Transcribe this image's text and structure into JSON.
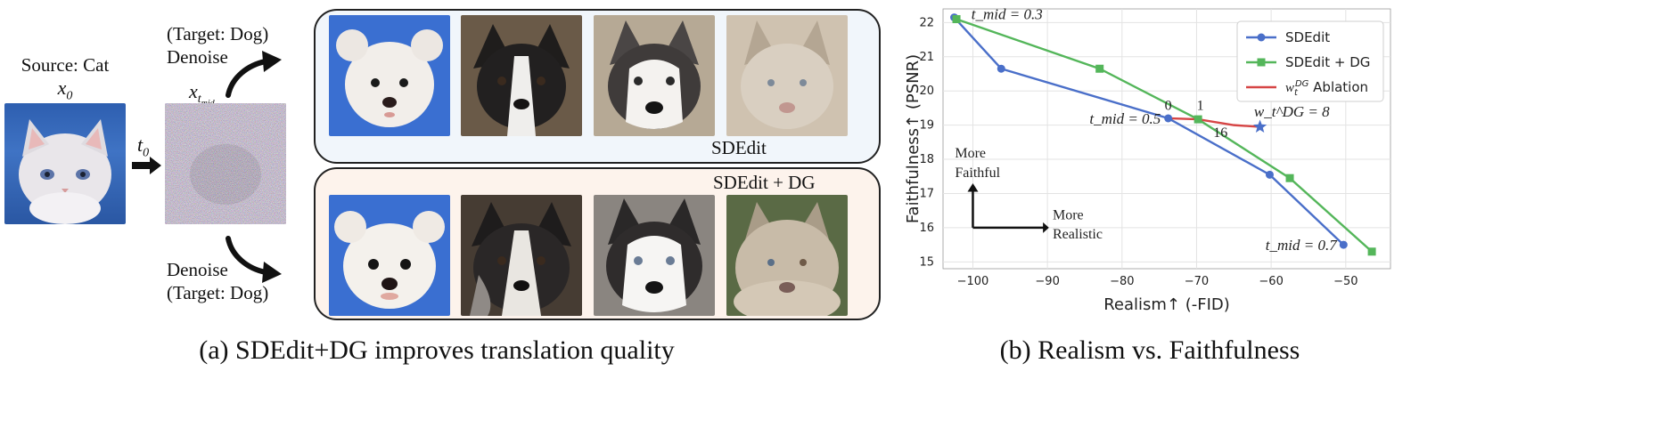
{
  "left": {
    "source_label_1": "Source: Cat",
    "source_var": "x",
    "source_sub": "0",
    "t0_label": "t",
    "t0_sub": "0",
    "xmid_label": "x",
    "xmid_sub": "t",
    "xmid_subsub": "mid",
    "top_branch_1": "(Target: Dog)",
    "top_branch_2": "Denoise",
    "bottom_branch_1": "Denoise",
    "bottom_branch_2": "(Target: Dog)",
    "panel_top_label": "SDEdit",
    "panel_bottom_label": "SDEdit + DG",
    "caption": "(a) SDEdit+DG improves translation quality"
  },
  "colors": {
    "sdedit": "#4a6fc9",
    "sdedit_dg": "#54b65a",
    "ablation": "#d64545",
    "panel_top_bg": "#f1f6fb",
    "panel_bottom_bg": "#fdf3ec",
    "plot_bg": "#ffffff",
    "grid": "#e3e3e3"
  },
  "chart_data": {
    "type": "line",
    "xlabel": "Realism↑ (-FID)",
    "ylabel": "Faithfulness↑ (PSNR)",
    "xlim": [
      -104,
      -44
    ],
    "ylim": [
      14.8,
      22.4
    ],
    "xticks": [
      -100,
      -90,
      -80,
      -70,
      -60,
      -50
    ],
    "yticks": [
      15,
      16,
      17,
      18,
      19,
      20,
      21,
      22
    ],
    "grid": true,
    "legend_position": "top-right",
    "series": [
      {
        "name": "SDEdit",
        "marker": "circle",
        "x": [
          -102.5,
          -96.2,
          -73.8,
          -60.2,
          -50.3
        ],
        "y": [
          22.15,
          20.65,
          19.2,
          17.55,
          15.5
        ]
      },
      {
        "name": "SDEdit + DG",
        "marker": "square",
        "x": [
          -102.2,
          -83.0,
          -69.8,
          -57.5,
          -46.5
        ],
        "y": [
          22.1,
          20.65,
          19.17,
          17.45,
          15.3
        ]
      },
      {
        "name": "w_t^{DG} Ablation",
        "marker": "star",
        "x": [
          -73.8,
          -69.8,
          -65.0,
          -61.5
        ],
        "y": [
          19.2,
          19.17,
          19.0,
          18.95
        ]
      }
    ],
    "annotations": {
      "tmid_03": "t_mid = 0.3",
      "tmid_05": "t_mid = 0.5",
      "tmid_07": "t_mid = 0.7",
      "w_label": "w_t^DG = 8",
      "pt_0": "0",
      "pt_1": "1",
      "pt_16": "16",
      "more_faithful_1": "More",
      "more_faithful_2": "Faithful",
      "more_realistic_1": "More",
      "more_realistic_2": "Realistic"
    },
    "caption": "(b) Realism vs. Faithfulness"
  }
}
